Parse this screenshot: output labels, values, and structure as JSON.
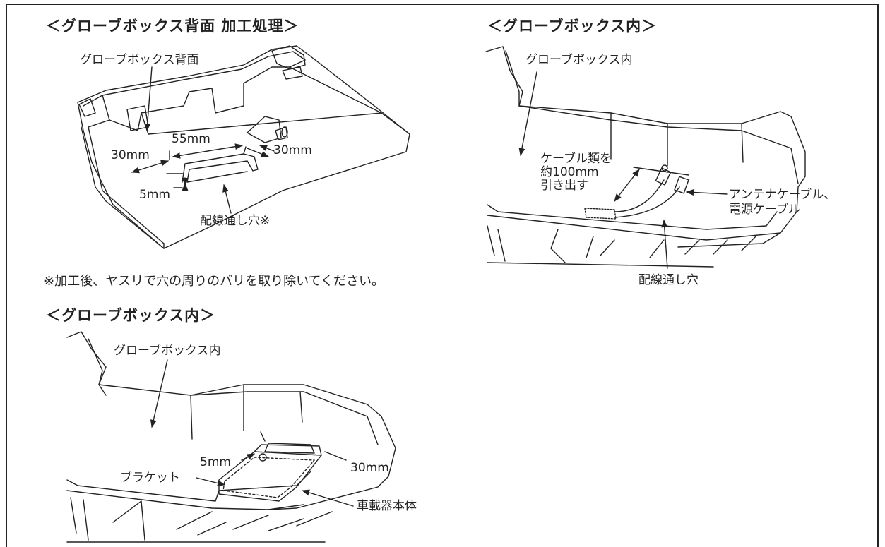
{
  "headings": {
    "processing": "＜グローブボックス背面 加工処理＞",
    "inside_lower": "＜グローブボックス内＞",
    "inside_right": "＜グローブボックス内＞"
  },
  "panel_processing": {
    "back_label": "グローブボックス背面",
    "dim_55": "55mm",
    "dim_30_left": "30mm",
    "dim_30_right": "30mm",
    "dim_5": "5mm",
    "hole_label": "配線通し穴※"
  },
  "note": "※加工後、ヤスリで穴の周りのバリを取り除いてください。",
  "panel_inside_lower": {
    "inside_label": "グローブボックス内",
    "dim_5": "5mm",
    "dim_30": "30mm",
    "bracket_label": "ブラケット",
    "unit_label": "車載器本体"
  },
  "panel_inside_right": {
    "inside_label": "グローブボックス内",
    "pull_line1": "ケーブル類を",
    "pull_line2": "約100mm",
    "pull_line3": "引き出す",
    "cable_line1": "アンテナケーブル、",
    "cable_line2": "電源ケーブル",
    "hole_label": "配線通し穴"
  }
}
